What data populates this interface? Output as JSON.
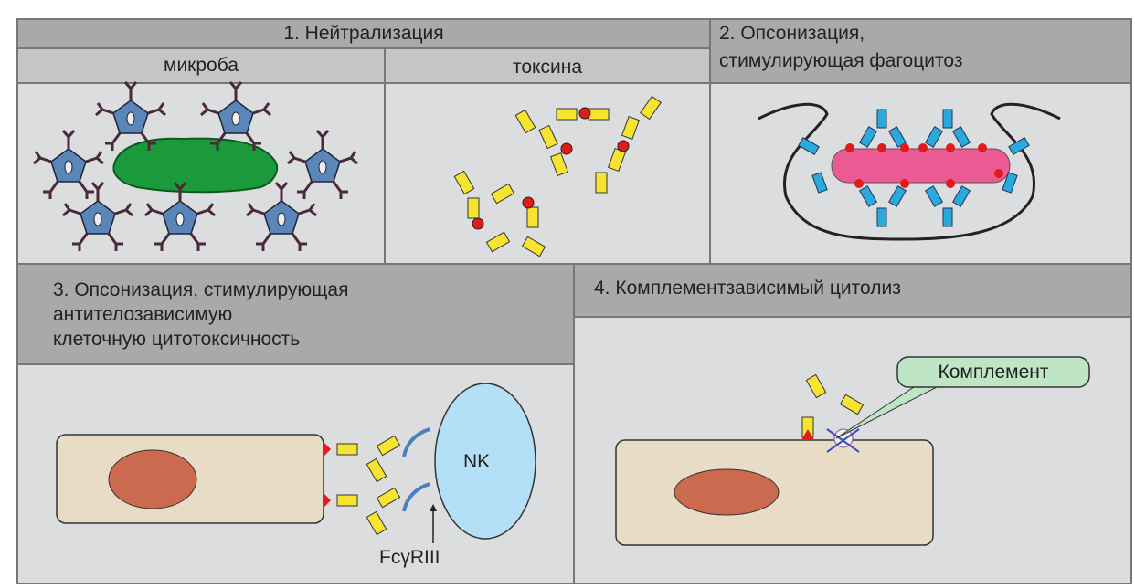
{
  "panel1": {
    "title": "1. Нейтрализация",
    "sub_microbe": "микроба",
    "sub_toxin": "токсина"
  },
  "panel2": {
    "title_line1": "2. Опсонизация,",
    "title_line2": "стимулирующая фагоцитоз"
  },
  "panel3": {
    "title_line1": "3. Опсонизация, стимулирующая",
    "title_line2": "антителозависимую",
    "title_line3": "клеточную цитотоксичность",
    "nk_label": "NK",
    "receptor_label": "FcγRIII"
  },
  "panel4": {
    "title": "4. Комплементзависимый цитолиз",
    "callout": "Комплемент"
  },
  "colors": {
    "header": "#a8a9ab",
    "panel": "#dcdddf",
    "cell": "#e8dcc6",
    "nucleus": "#cc6a50",
    "nk": "#b3e0f7",
    "antibody": "#f6e430",
    "microbe": "#1a9a3a",
    "bacterium": "#ec5a94",
    "fab_blue": "#2aa9dc",
    "callout": "#bfe6c4"
  }
}
